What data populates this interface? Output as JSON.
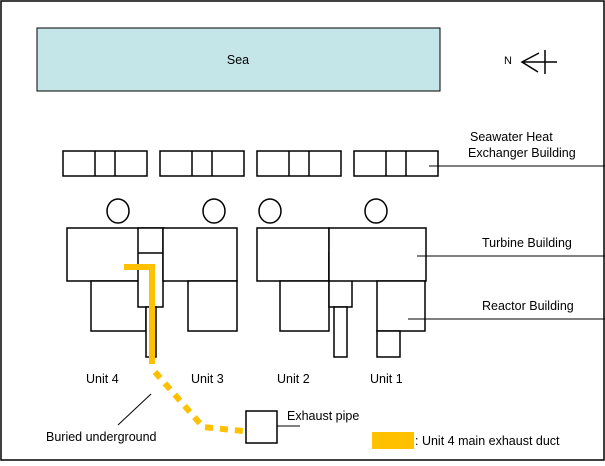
{
  "sea_label": "Sea",
  "north_label": "N",
  "labels": {
    "seawater_line1": "Seawater Heat",
    "seawater_line2": "Exchanger Building",
    "turbine": "Turbine Building",
    "reactor": "Reactor Building",
    "exhaust_pipe": "Exhaust pipe",
    "buried": "Buried underground",
    "legend": ": Unit 4 main exhaust duct"
  },
  "units": [
    "Unit 4",
    "Unit 3",
    "Unit 2",
    "Unit 1"
  ],
  "colors": {
    "sea": "#c5e6e8",
    "duct": "#ffc000",
    "line": "#000000",
    "background": "#ffffff"
  },
  "icons": [
    "north-arrow-icon"
  ]
}
